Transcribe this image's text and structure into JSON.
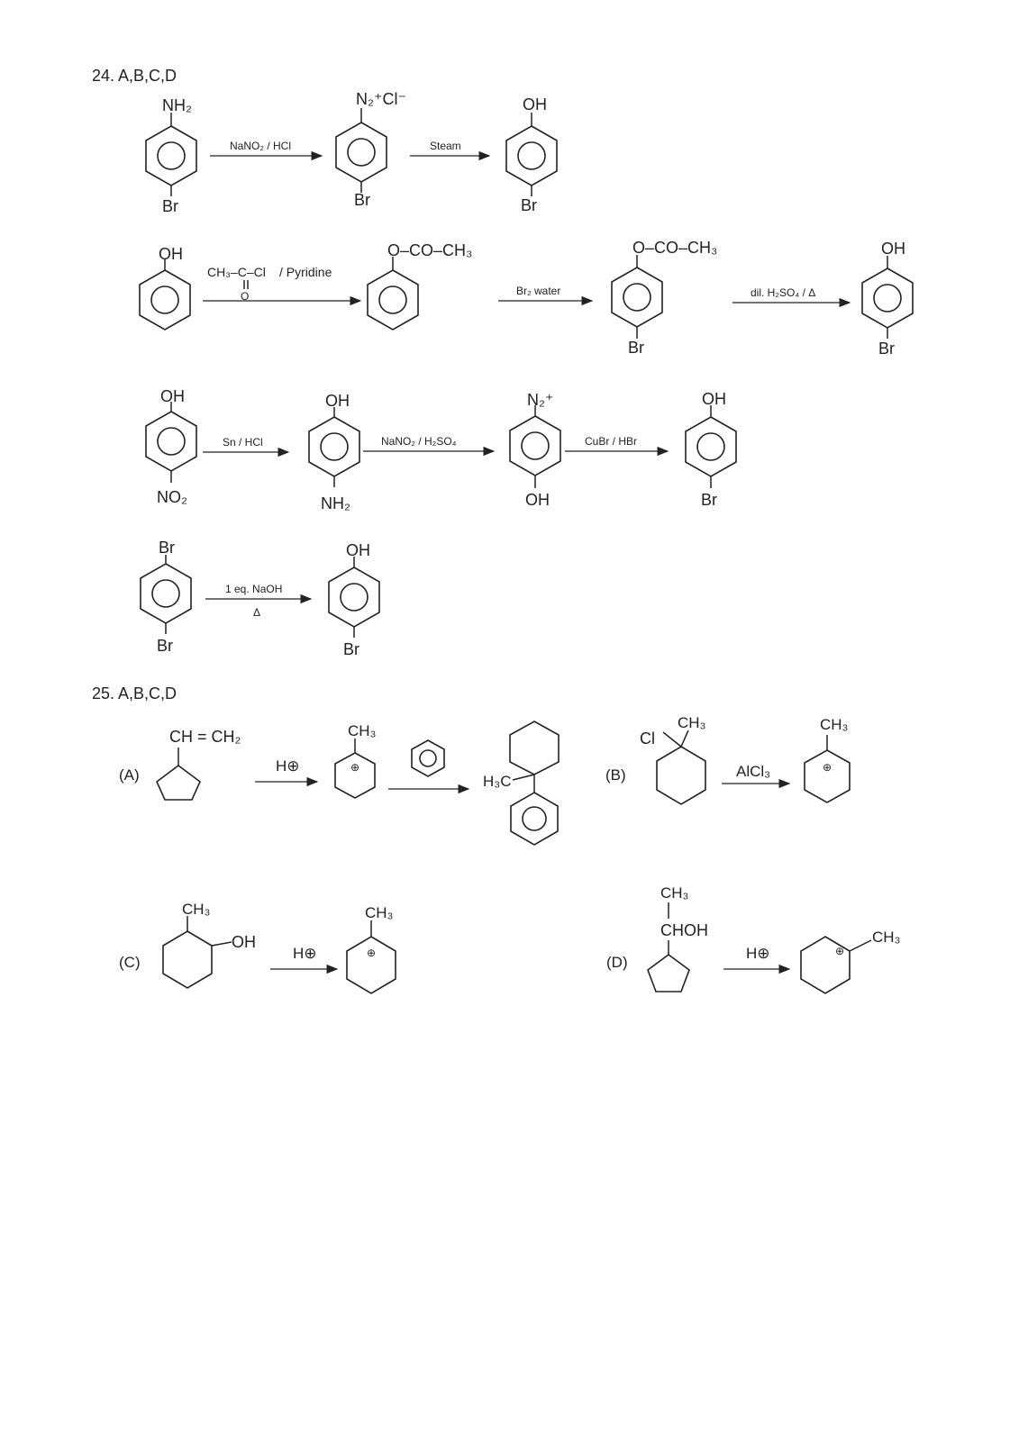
{
  "q24": {
    "heading": "24. A,B,C,D",
    "r1": {
      "start_top": "NH₂",
      "start_bottom": "Br",
      "reagent1": "NaNO₂ / HCl",
      "mid_top": "N₂⁺Cl⁻",
      "mid_bottom": "Br",
      "reagent2": "Steam",
      "end_top": "OH",
      "end_bottom": "Br"
    },
    "r2": {
      "start_top": "OH",
      "reagent1_formula": "CH₃–C–Cl",
      "reagent1_o": "O",
      "reagent1_cond": "/ Pyridine",
      "mid_top": "O–CO–CH₃",
      "reagent2": "Br₂ water",
      "mid2_top": "O–CO–CH₃",
      "mid2_bottom": "Br",
      "reagent3": "dil. H₂SO₄ / Δ",
      "end_top": "OH",
      "end_bottom": "Br"
    },
    "r3": {
      "start_top": "OH",
      "start_bottom": "NO₂",
      "reagent1": "Sn / HCl",
      "mid_top": "OH",
      "mid_bottom": "NH₂",
      "reagent2": "NaNO₂ / H₂SO₄",
      "mid2_top": "N₂⁺",
      "mid2_bottom": "OH",
      "reagent3": "CuBr / HBr",
      "end_top": "OH",
      "end_bottom": "Br"
    },
    "r4": {
      "start_top": "Br",
      "start_bottom": "Br",
      "reagent1": "1 eq. NaOH",
      "reagent1_cond": "Δ",
      "end_top": "OH",
      "end_bottom": "Br"
    }
  },
  "q25": {
    "heading": "25. A,B,C,D",
    "A": {
      "label": "(A)",
      "substituent": "CH = CH₂",
      "reagent": "H⊕",
      "cation_group": "CH₃",
      "product_group": "H₃C"
    },
    "B": {
      "label": "(B)",
      "cl": "Cl",
      "ch3": "CH₃",
      "reagent": "AlCl₃",
      "product_group": "CH₃"
    },
    "C": {
      "label": "(C)",
      "ch3": "CH₃",
      "oh": "OH",
      "reagent": "H⊕",
      "product_group": "CH₃"
    },
    "D": {
      "label": "(D)",
      "ch3": "CH₃",
      "chain": "CHOH",
      "reagent": "H⊕",
      "product_group": "CH₃"
    },
    "charge_symbol": "⊕"
  }
}
